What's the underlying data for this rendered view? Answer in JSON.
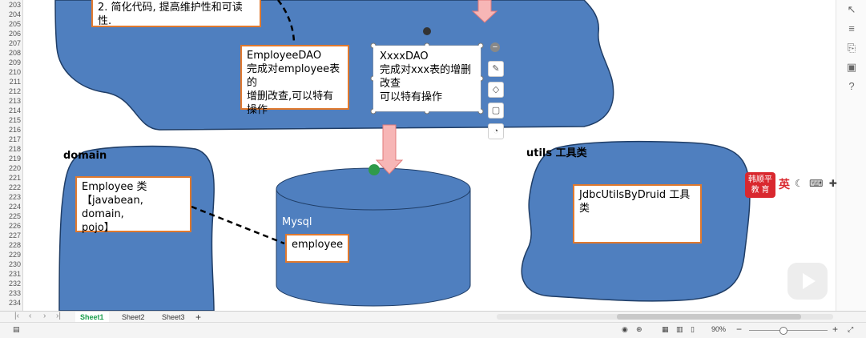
{
  "rows": [
    "203",
    "204",
    "205",
    "206",
    "207",
    "208",
    "209",
    "210",
    "211",
    "212",
    "213",
    "214",
    "215",
    "216",
    "217",
    "218",
    "219",
    "220",
    "221",
    "222",
    "223",
    "224",
    "225",
    "226",
    "227",
    "228",
    "229",
    "230",
    "231",
    "232",
    "233",
    "234"
  ],
  "top_note": "2. 简化代码, 提高维护性和可读性.",
  "employee_dao": {
    "title": "EmployeeDAO",
    "line1": "完成对employee表的",
    "line2": "增删改查,可以特有",
    "line3": "操作"
  },
  "xxxx_dao": {
    "title": "XxxxDAO",
    "line1": "完成对xxx表的增删",
    "line2": "改查",
    "line3": "可以特有操作"
  },
  "domain": {
    "label": "domain",
    "box_line1": "Employee 类",
    "box_line2": "【javabean, domain,",
    "box_line3": "pojo】"
  },
  "mysql": {
    "label": "Mysql",
    "table": "employee"
  },
  "utils": {
    "label": "utils 工具类",
    "box": "JdbcUtilsByDruid 工具类"
  },
  "sheets": [
    "Sheet1",
    "Sheet2",
    "Sheet3"
  ],
  "active_sheet": "Sheet1",
  "add_sheet": "+",
  "zoom": "90%",
  "badge": {
    "line1": "韩顺平",
    "line2": "教 育"
  },
  "ime_label": "英",
  "colors": {
    "shape_blue": "#4f7fbf",
    "box_border": "#e0792e",
    "arrow_fill": "#f7b6b6",
    "arrow_stroke": "#e07a7a",
    "active_tab": "#1a9d4c"
  }
}
